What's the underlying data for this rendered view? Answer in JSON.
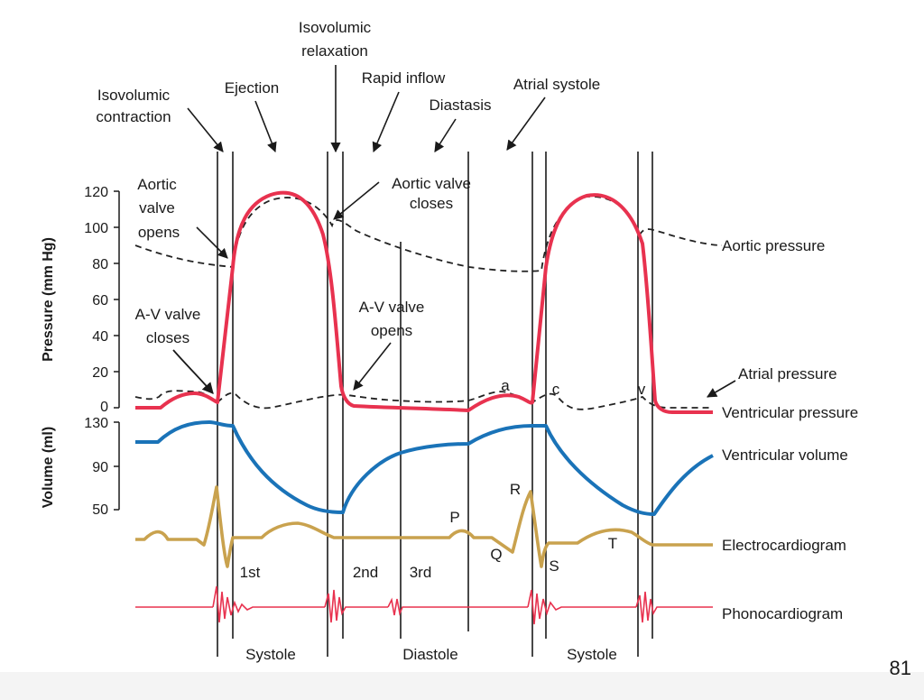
{
  "phase_labels": {
    "isovolumic_contraction": [
      "Isovolumic",
      "contraction"
    ],
    "ejection": "Ejection",
    "isovolumic_relaxation": [
      "Isovolumic",
      "relaxation"
    ],
    "rapid_inflow": "Rapid inflow",
    "diastasis": "Diastasis",
    "atrial_systole": "Atrial systole"
  },
  "annotations": {
    "aortic_valve_opens": [
      "Aortic",
      "valve",
      "opens"
    ],
    "aortic_valve_closes": [
      "Aortic valve",
      "closes"
    ],
    "av_valve_closes": [
      "A-V valve",
      "closes"
    ],
    "av_valve_opens": [
      "A-V valve",
      "opens"
    ],
    "wave_a": "a",
    "wave_c": "c",
    "wave_v": "v",
    "ecg_p": "P",
    "ecg_q": "Q",
    "ecg_r": "R",
    "ecg_s": "S",
    "ecg_t": "T",
    "heart_sound_1": "1st",
    "heart_sound_2": "2nd",
    "heart_sound_3": "3rd"
  },
  "trace_labels": {
    "aortic_pressure": "Aortic pressure",
    "atrial_pressure": "Atrial pressure",
    "ventricular_pressure": "Ventricular pressure",
    "ventricular_volume": "Ventricular volume",
    "electrocardiogram": "Electrocardiogram",
    "phonocardiogram": "Phonocardiogram"
  },
  "axes": {
    "pressure_title": "Pressure (mm Hg)",
    "pressure_ticks": [
      "120",
      "100",
      "80",
      "60",
      "40",
      "20",
      "0"
    ],
    "volume_title": "Volume (ml)",
    "volume_ticks": [
      "130",
      "90",
      "50"
    ]
  },
  "period_labels": {
    "systole_1": "Systole",
    "diastole": "Diastole",
    "systole_2": "Systole"
  },
  "colors": {
    "ventricular_pressure": "#e8324f",
    "ventricular_volume": "#1a73b8",
    "ecg": "#c9a24e",
    "phonocardiogram": "#e8324f",
    "dashed": "#222222"
  },
  "page_number": "81"
}
